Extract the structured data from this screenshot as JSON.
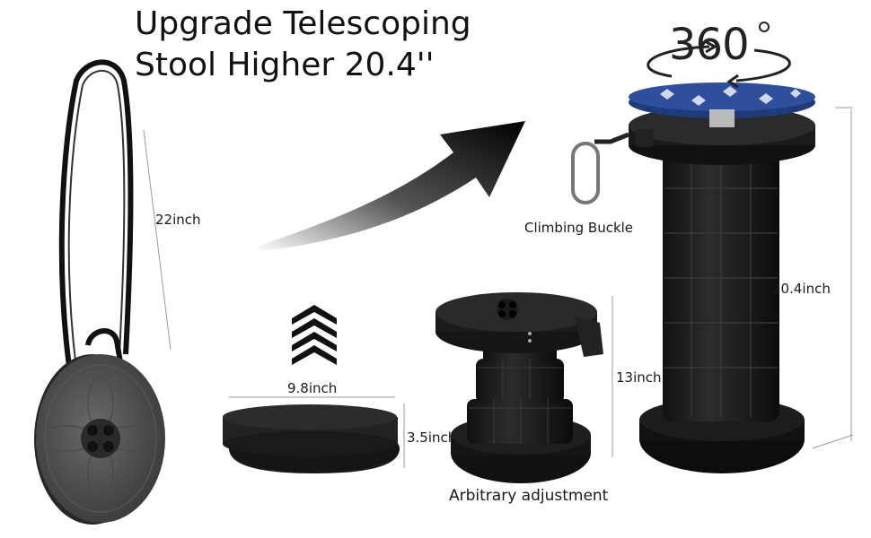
{
  "headline": {
    "line1": "Upgrade Telescoping",
    "line2": "Stool Higher 20.4''"
  },
  "rotation_badge": "360",
  "dimensions": {
    "strap_height": "22inch",
    "closed_width": "9.8inch",
    "closed_height": "3.5inch",
    "mid_height": "13inch",
    "max_height": "20.4inch"
  },
  "captions": {
    "buckle": "Climbing Buckle",
    "adjust": "Arbitrary adjustment"
  },
  "colors": {
    "stool": "#1c1c1c",
    "cushion": "#2f4f9c",
    "dimension_line": "#9a9a9a"
  }
}
